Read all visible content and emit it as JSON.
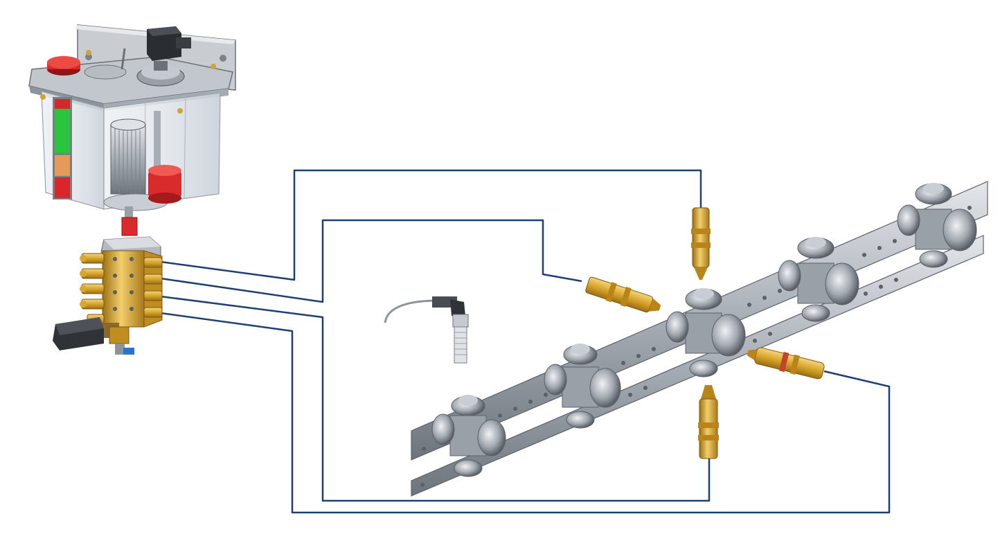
{
  "diagram": {
    "components": [
      {
        "id": "reservoir",
        "name": "lubricant-reservoir"
      },
      {
        "id": "level-indicator",
        "name": "level-indicator",
        "bands": [
          "red",
          "green",
          "orange",
          "red"
        ]
      },
      {
        "id": "pump-motor",
        "name": "pump-motor"
      },
      {
        "id": "solenoid-connector",
        "name": "solenoid-connector"
      },
      {
        "id": "distributor",
        "name": "distributor-block",
        "outlets": 5
      },
      {
        "id": "proximity-sensor",
        "name": "proximity-sensor"
      },
      {
        "id": "conveyor-chain",
        "name": "conveyor-chain"
      },
      {
        "id": "nozzles",
        "name": "lubrication-nozzles",
        "count": 4
      }
    ],
    "colors": {
      "line": "#1e3f73",
      "brass": "#d7a52b",
      "brass_dark": "#8a6310",
      "steel": "#9aa0a8",
      "steel_dark": "#5c6168",
      "reservoir": "#d8dde4",
      "band_red": "#d8262a",
      "band_green": "#2bc441",
      "band_orange": "#e69a5a",
      "cap_red": "#d92b2b"
    }
  }
}
